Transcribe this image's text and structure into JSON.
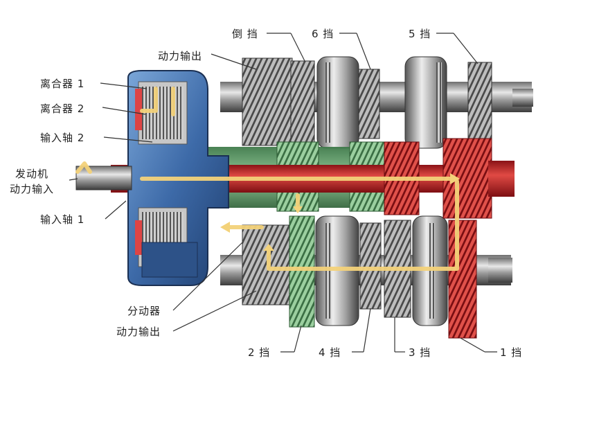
{
  "labels": {
    "reverse": "倒 挡",
    "sixth": "6 挡",
    "fifth": "5 挡",
    "power_out_top": "动力输出",
    "clutch1": "离合器 1",
    "clutch2": "离合器 2",
    "input_shaft2": "输入轴 2",
    "engine_input": "发动机\n动力输入",
    "engine_input_l1": "发动机",
    "engine_input_l2": "动力输入",
    "input_shaft1": "输入轴 1",
    "differential": "分动器",
    "power_out_bottom": "动力输出",
    "second": "2 挡",
    "fourth": "4 挡",
    "third": "3 挡",
    "first": "1 挡"
  },
  "colors": {
    "red_shaft": "#c8262a",
    "green_shaft": "#5fa36a",
    "blue_housing": "#3d6aa8",
    "arrow": "#f3d27a"
  }
}
